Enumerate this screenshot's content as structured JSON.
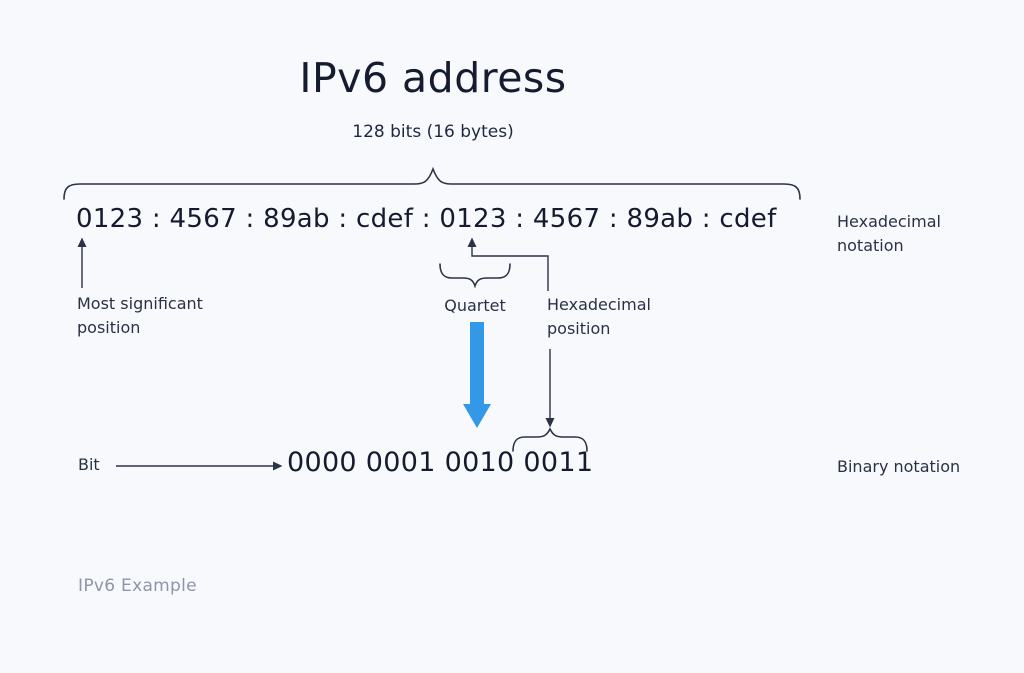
{
  "header": {
    "title": "IPv6 address",
    "subtitle": "128 bits (16 bytes)"
  },
  "hex": {
    "address": "0123 : 4567 : 89ab : cdef : 0123 : 4567 : 89ab : cdef",
    "notation_label": "Hexadecimal notation"
  },
  "binary": {
    "value": "0000 0001 0010 0011",
    "notation_label": "Binary notation"
  },
  "annotations": {
    "most_significant": "Most significant position",
    "quartet": "Quartet",
    "hex_position": "Hexadecimal position",
    "bit": "Bit"
  },
  "footer": {
    "caption": "IPv6 Example"
  },
  "icons": {
    "span_brace": "curly-brace-over-hex-address",
    "up_arrow": "arrow-to-most-significant-digit",
    "quartet_brace": "curly-brace-under-quartet",
    "elbow_up_arrow": "elbow-arrow-to-hex-position",
    "blue_down_arrow": "quartet-to-binary-arrow",
    "down_arrow": "arrow-to-binary-quartet-brace",
    "binary_quartet_brace": "curly-brace-over-binary-quartet",
    "right_arrow": "bit-pointer-arrow"
  },
  "colors": {
    "background": "#f8f9fc",
    "text": "#141b2e",
    "line": "#2b3346",
    "accent_blue": "#3398e8",
    "muted": "#8d95a8"
  }
}
